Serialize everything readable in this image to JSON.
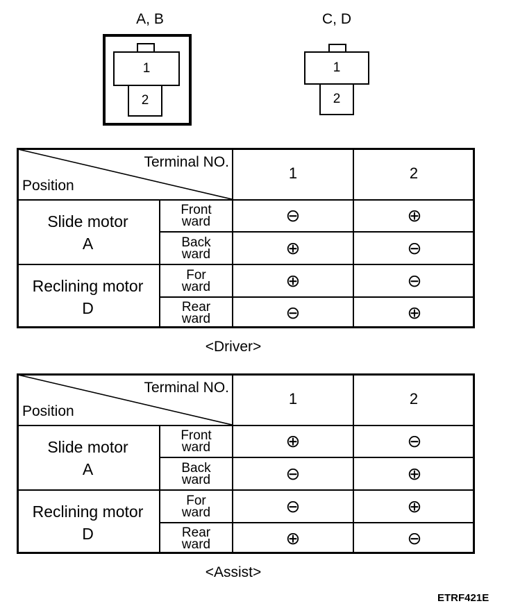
{
  "connectors": [
    {
      "label": "A, B",
      "pins": [
        "1",
        "2"
      ]
    },
    {
      "label": "C, D",
      "pins": [
        "1",
        "2"
      ]
    }
  ],
  "tables": [
    {
      "header": {
        "terminal": "Terminal NO.",
        "position": "Position",
        "cols": [
          "1",
          "2"
        ]
      },
      "groups": [
        {
          "motor": "Slide motor",
          "letter": "A",
          "rows": [
            {
              "dir1": "Front",
              "dir2": "ward",
              "t1": "⊖",
              "t2": "⊕"
            },
            {
              "dir1": "Back",
              "dir2": "ward",
              "t1": "⊕",
              "t2": "⊖"
            }
          ]
        },
        {
          "motor": "Reclining motor",
          "letter": "D",
          "rows": [
            {
              "dir1": "For",
              "dir2": "ward",
              "t1": "⊕",
              "t2": "⊖"
            },
            {
              "dir1": "Rear",
              "dir2": "ward",
              "t1": "⊖",
              "t2": "⊕"
            }
          ]
        }
      ],
      "caption": "<Driver>"
    },
    {
      "header": {
        "terminal": "Terminal NO.",
        "position": "Position",
        "cols": [
          "1",
          "2"
        ]
      },
      "groups": [
        {
          "motor": "Slide motor",
          "letter": "A",
          "rows": [
            {
              "dir1": "Front",
              "dir2": "ward",
              "t1": "⊕",
              "t2": "⊖"
            },
            {
              "dir1": "Back",
              "dir2": "ward",
              "t1": "⊖",
              "t2": "⊕"
            }
          ]
        },
        {
          "motor": "Reclining motor",
          "letter": "D",
          "rows": [
            {
              "dir1": "For",
              "dir2": "ward",
              "t1": "⊖",
              "t2": "⊕"
            },
            {
              "dir1": "Rear",
              "dir2": "ward",
              "t1": "⊕",
              "t2": "⊖"
            }
          ]
        }
      ],
      "caption": "<Assist>"
    }
  ],
  "figure_code": "ETRF421E"
}
